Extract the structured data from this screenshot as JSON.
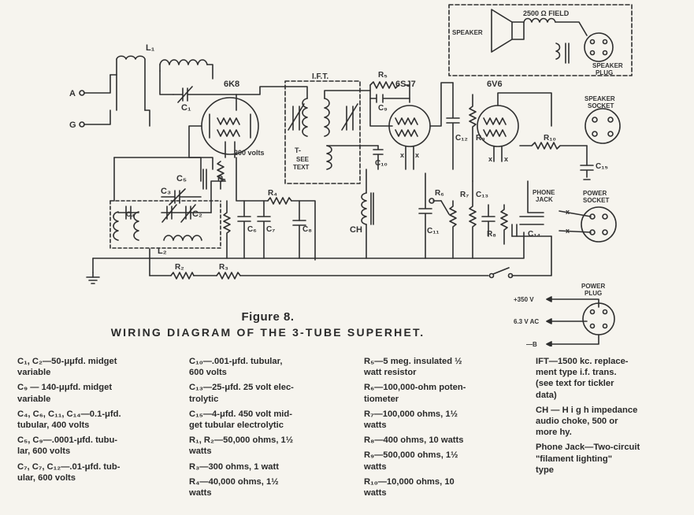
{
  "figure": {
    "number": "Figure 8.",
    "title": "WIRING DIAGRAM OF THE 3-TUBE SUPERHET."
  },
  "schematic_labels": {
    "antenna": "A",
    "ground": "G",
    "L1": "L₁",
    "L2": "L₂",
    "C1": "C₁",
    "C2": "C₂",
    "C3": "C₃",
    "C4": "C₄",
    "C5": "C₅",
    "C6": "C₆",
    "C7": "C₇",
    "C8": "C₈",
    "C9": "C₉",
    "C10": "C₁₀",
    "C11": "C₁₁",
    "C12": "C₁₂",
    "C13": "C₁₃",
    "C14": "C₁₄",
    "C15": "C₁₅",
    "R1": "R₁",
    "R2": "R₂",
    "R3": "R₃",
    "R4": "R₄",
    "R5": "R₅",
    "R6": "R₆",
    "R7": "R₇",
    "R8": "R₈",
    "R9": "R₉",
    "R10": "R₁₀",
    "tube1": "6K8",
    "tube2": "6SJ7",
    "tube3": "6V6",
    "ift": "I.F.T.",
    "tickler_t": "T-",
    "tickler_see": "SEE",
    "tickler_text": "TEXT",
    "choke": "CH",
    "volts": "200 volts",
    "speaker": "SPEAKER",
    "field": "2500 Ω FIELD",
    "speaker_plug_1": "SPEAKER",
    "speaker_plug_2": "PLUG",
    "speaker_socket_1": "SPEAKER",
    "speaker_socket_2": "SOCKET",
    "phone_jack_1": "PHONE",
    "phone_jack_2": "JACK",
    "power_socket_1": "POWER",
    "power_socket_2": "SOCKET",
    "power_plug_1": "POWER",
    "power_plug_2": "PLUG",
    "plus350": "+350 V",
    "ac63": "6.3 V AC",
    "minusB": "—B",
    "x": "x"
  },
  "parts_list": {
    "col1": [
      "C₁, C₂—50-μμfd. midget\nvariable",
      "C₉ — 140-μμfd.  midget\nvariable",
      "C₄, C₆, C₁₁, C₁₄—0.1-μfd.\ntubular, 400 volts",
      "C₅, C₉—.0001-μfd. tubu-\nlar, 600 volts",
      "C₇, C₇, C₁₂—.01-μfd. tub-\nular, 600 volts"
    ],
    "col2": [
      "C₁₀—.001-μfd.   tubular,\n600 volts",
      "C₁₃—25-μfd. 25 volt elec-\ntrolytic",
      "C₁₅—4-μfd. 450 volt mid-\nget tubular electrolytic",
      "R₁, R₂—50,000 ohms, 1½\nwatts",
      "R₃—300 ohms, 1 watt",
      "R₄—40,000   ohms,   1½\nwatts"
    ],
    "col3": [
      "R₅—5 meg. insulated ½\nwatt resistor",
      "R₆—100,000-ohm  poten-\ntiometer",
      "R₇—100,000 ohms, 1½\nwatts",
      "R₈—400 ohms, 10 watts",
      "R₉—500,000 ohms, 1½\nwatts",
      "R₁₀—10,000   ohms,   10\nwatts"
    ],
    "col4": [
      "IFT—1500 kc. replace-\nment type i.f. trans.\n(see text for tickler\ndata)",
      "CH — H i g h  impedance\naudio choke, 500 or\nmore hy.",
      "Phone Jack—Two-circuit\n\"filament lighting\"\ntype"
    ]
  }
}
